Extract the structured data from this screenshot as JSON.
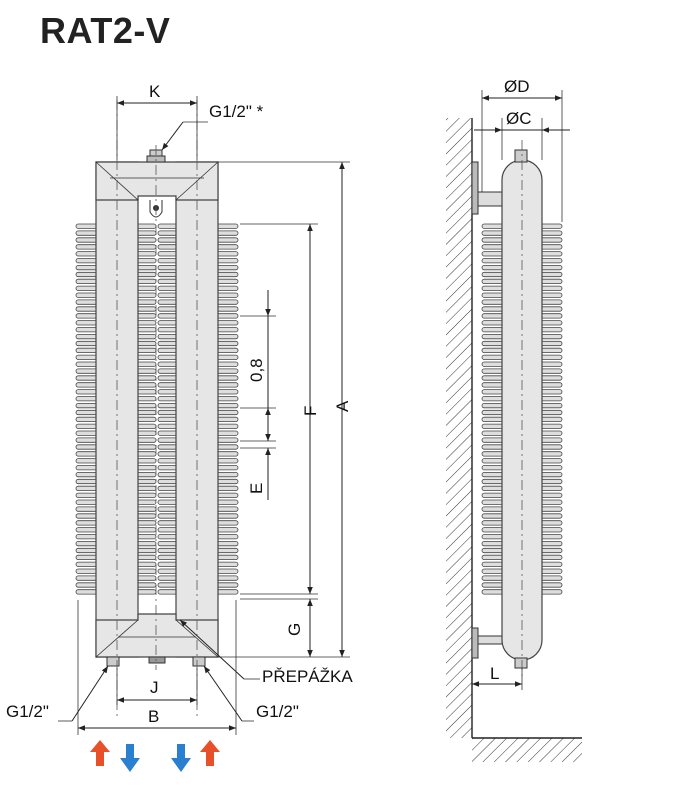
{
  "title": "RAT2-V",
  "labels": {
    "k": "K",
    "g12_star": "G1/2\" *",
    "od": "ØD",
    "oc": "ØC",
    "a": "A",
    "f": "F",
    "e": "E",
    "g": "G",
    "zero8": "0,8",
    "prepazka": "PŘEPÁŽKA",
    "j": "J",
    "b": "B",
    "g12_left": "G1/2\"",
    "g12_right": "G1/2\"",
    "l": "L"
  },
  "colors": {
    "arrow_red": "#e8502a",
    "arrow_blue": "#2a7fd0"
  },
  "icons": [
    "arrow-up-red-icon",
    "arrow-down-blue-icon",
    "arrow-down-blue-icon",
    "arrow-up-red-icon"
  ]
}
